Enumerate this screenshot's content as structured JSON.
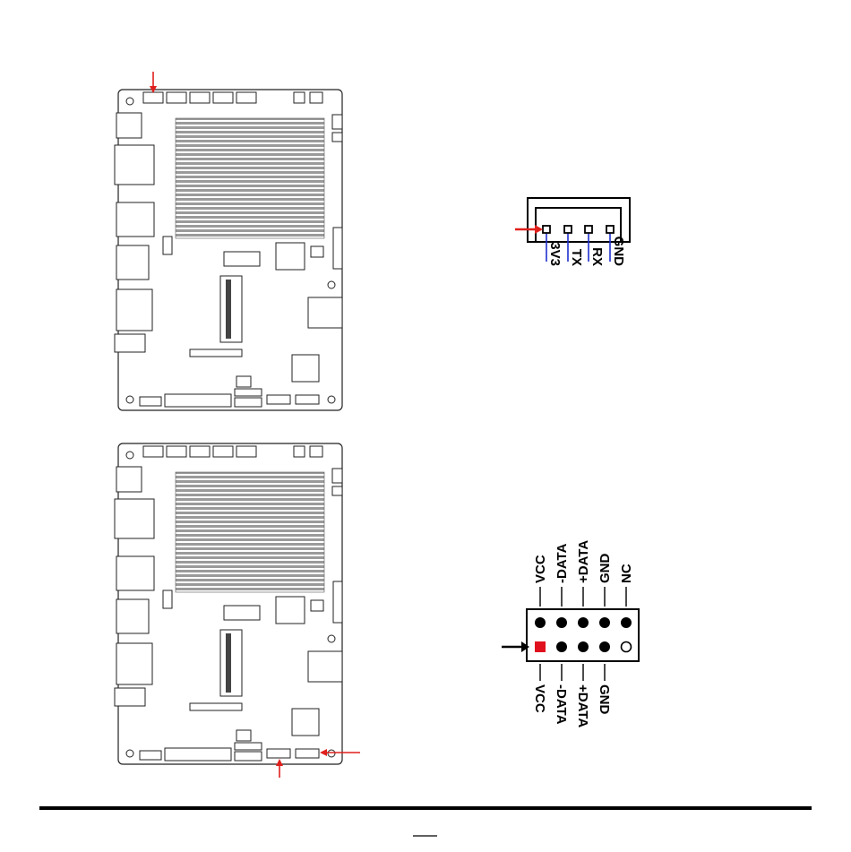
{
  "uart_header": {
    "pins": [
      {
        "label": "3V3",
        "pin1": true
      },
      {
        "label": "TX",
        "pin1": false
      },
      {
        "label": "RX",
        "pin1": false
      },
      {
        "label": "GND",
        "pin1": false
      }
    ],
    "line_color": "#1f2fd0",
    "arrow_color": "#e0201c"
  },
  "usb_header": {
    "top_labels": [
      "VCC",
      "-DATA",
      "+DATA",
      "GND",
      "NC"
    ],
    "bottom_labels": [
      "VCC",
      "-DATA",
      "+DATA",
      "GND",
      ""
    ],
    "pin1_color": "#e0101c",
    "arrow_color": "#000000"
  },
  "boards": {
    "marker_color": "#e0201c",
    "outline_color": "#222222"
  },
  "footer": {
    "page_number": ""
  }
}
